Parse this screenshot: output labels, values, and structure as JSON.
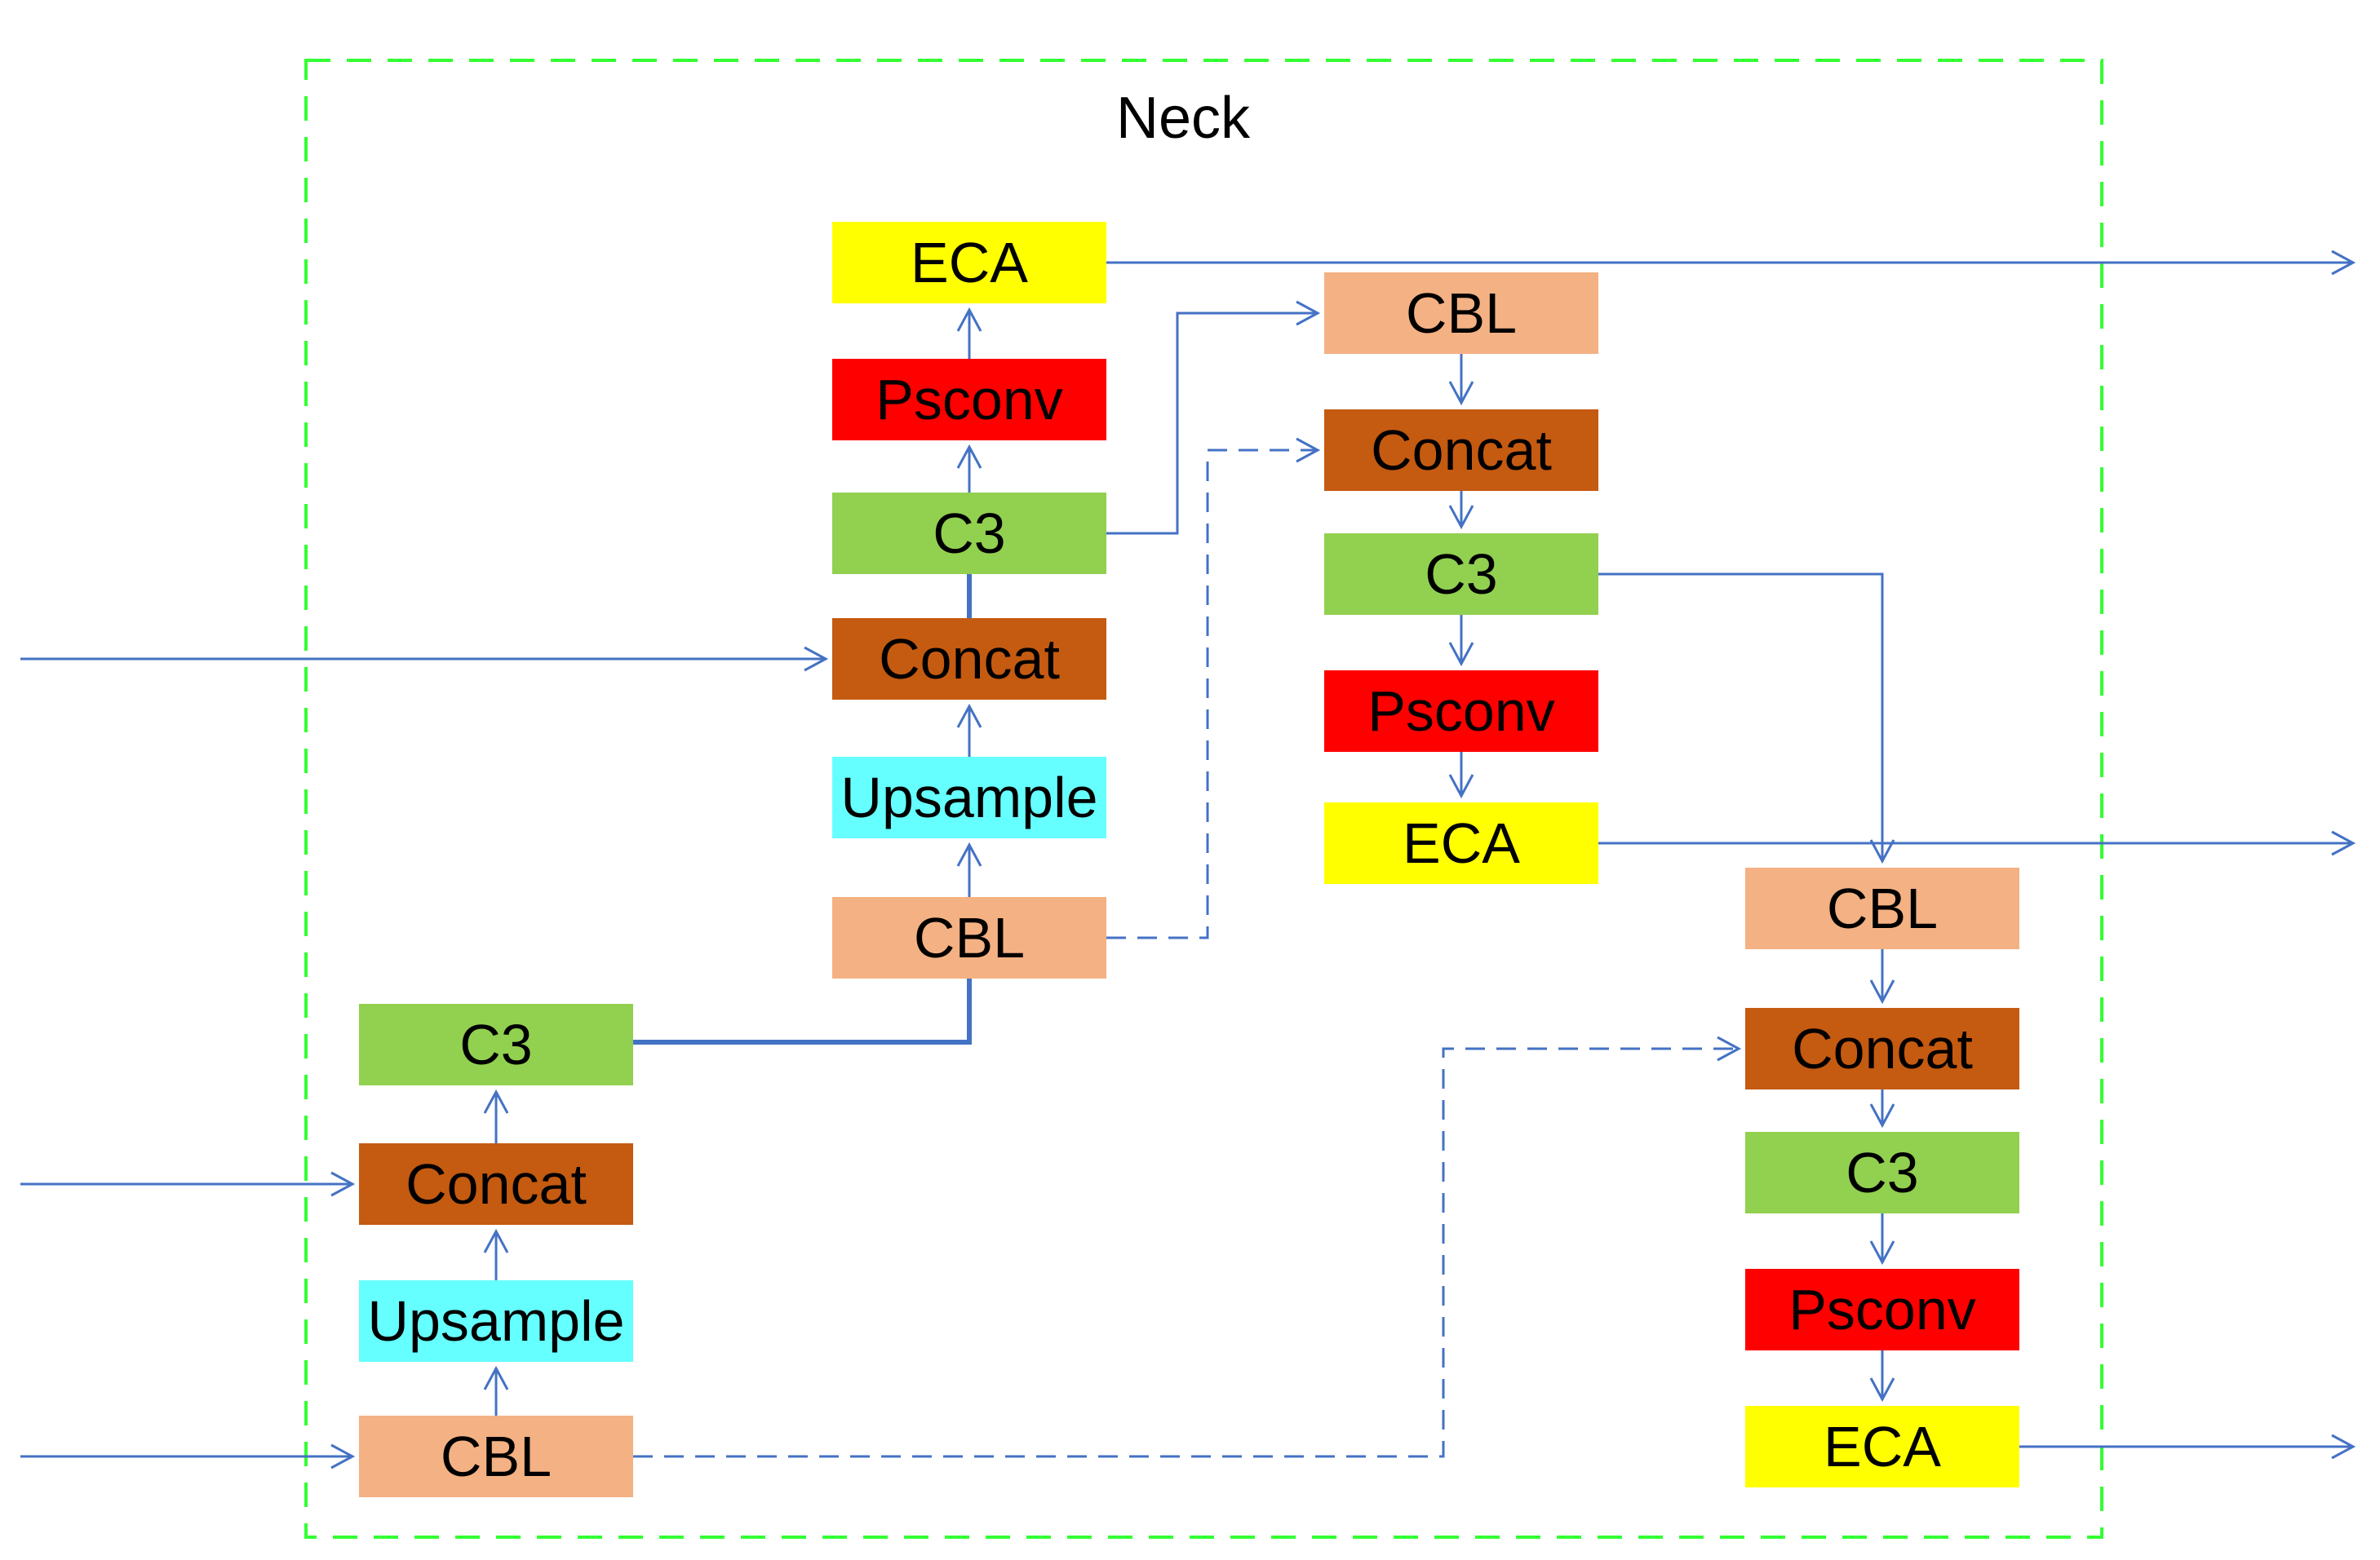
{
  "title": "Neck",
  "palette": {
    "arrow_blue": "#4472C4",
    "border_green": "#33FF33",
    "eca_yellow": "#FFFF00",
    "psconv_red": "#FF0000",
    "c3_green": "#92D050",
    "concat_brown": "#C55A11",
    "upsample_cyan": "#66FFFF",
    "cbl_salmon": "#F4B183"
  },
  "columns": {
    "branch1": {
      "blocks": [
        {
          "label": "C3",
          "color_key": "c3_green"
        },
        {
          "label": "Concat",
          "color_key": "concat_brown"
        },
        {
          "label": "Upsample",
          "color_key": "upsample_cyan"
        },
        {
          "label": "CBL",
          "color_key": "cbl_salmon"
        }
      ]
    },
    "branch2": {
      "blocks": [
        {
          "label": "ECA",
          "color_key": "eca_yellow"
        },
        {
          "label": "Psconv",
          "color_key": "psconv_red"
        },
        {
          "label": "C3",
          "color_key": "c3_green"
        },
        {
          "label": "Concat",
          "color_key": "concat_brown"
        },
        {
          "label": "Upsample",
          "color_key": "upsample_cyan"
        },
        {
          "label": "CBL",
          "color_key": "cbl_salmon"
        }
      ]
    },
    "branch3": {
      "blocks": [
        {
          "label": "CBL",
          "color_key": "cbl_salmon"
        },
        {
          "label": "Concat",
          "color_key": "concat_brown"
        },
        {
          "label": "C3",
          "color_key": "c3_green"
        },
        {
          "label": "Psconv",
          "color_key": "psconv_red"
        },
        {
          "label": "ECA",
          "color_key": "eca_yellow"
        }
      ]
    },
    "branch4": {
      "blocks": [
        {
          "label": "CBL",
          "color_key": "cbl_salmon"
        },
        {
          "label": "Concat",
          "color_key": "concat_brown"
        },
        {
          "label": "C3",
          "color_key": "c3_green"
        },
        {
          "label": "Psconv",
          "color_key": "psconv_red"
        },
        {
          "label": "ECA",
          "color_key": "eca_yellow"
        }
      ]
    }
  }
}
